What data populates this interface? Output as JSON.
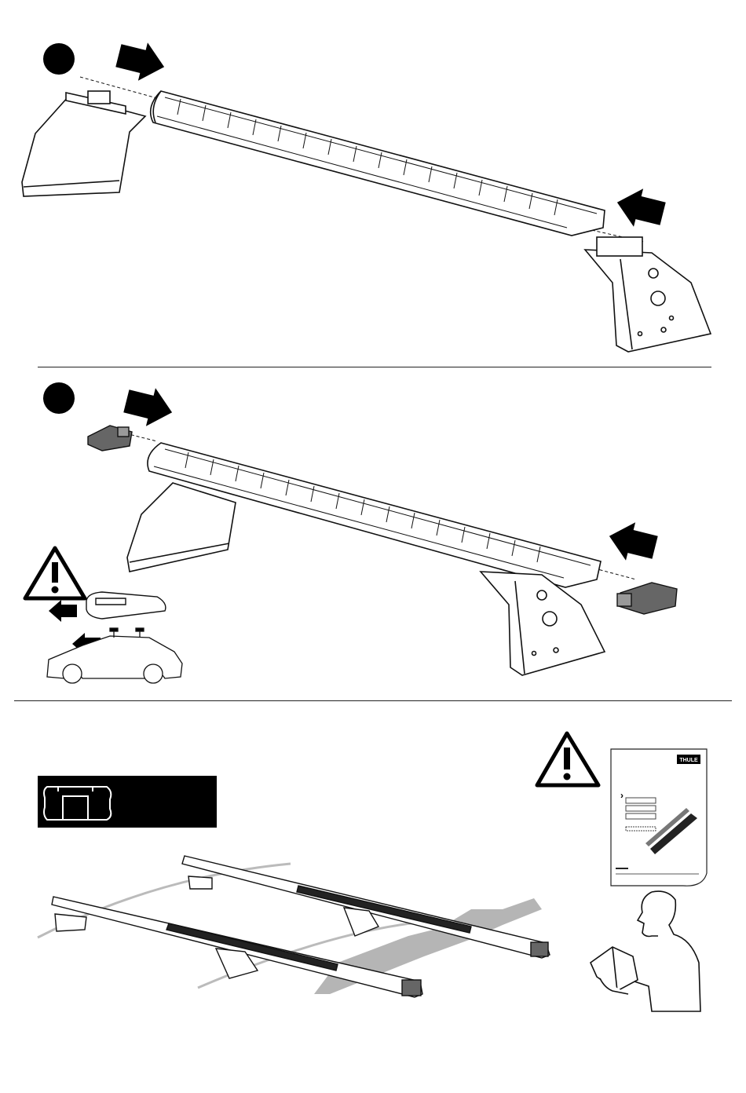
{
  "document": {
    "type": "installation-instructions",
    "brand": "THULE"
  },
  "steps": [
    {
      "marker": "filled-circle",
      "icons": [
        "arrow-right-icon",
        "arrow-left-icon"
      ]
    },
    {
      "marker": "filled-circle",
      "icons": [
        "arrow-right-icon",
        "arrow-left-icon",
        "warning-icon",
        "car-front-direction-icon"
      ]
    }
  ],
  "final_panel": {
    "icons": [
      "bar-profile-icon",
      "warning-icon",
      "manual-icon",
      "person-reading-icon"
    ],
    "manual_logo": "THULE"
  },
  "colors": {
    "ink": "#111111",
    "shadow": "#b5b5b5",
    "background": "#ffffff"
  }
}
